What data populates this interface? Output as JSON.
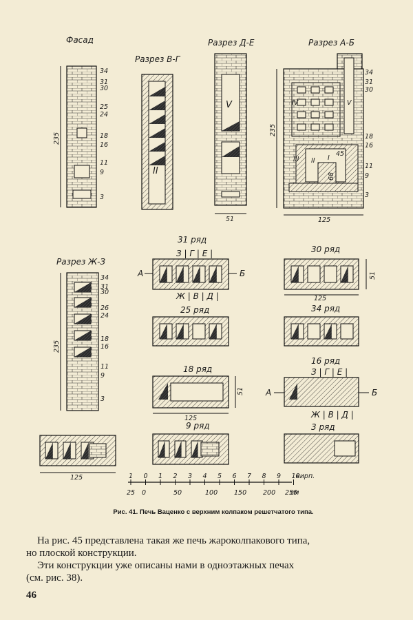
{
  "views": {
    "facade": "Фасад",
    "section_vg": "Разрез В-Г",
    "section_de": "Разрез Д-Е",
    "section_ab": "Разрез А-Б",
    "section_zhz": "Разрез Ж-З"
  },
  "levels_facade": [
    "34",
    "31",
    "30",
    "25",
    "24",
    "18",
    "16",
    "11",
    "9",
    "3"
  ],
  "levels_ab": [
    "34",
    "31",
    "30",
    "18",
    "16",
    "11",
    "9",
    "3"
  ],
  "levels_zhz": [
    "34",
    "31",
    "30",
    "26",
    "24",
    "18",
    "16",
    "11",
    "9",
    "3"
  ],
  "dims": {
    "h235": "235",
    "w51": "51",
    "w125": "125",
    "d45": "45",
    "d68": "68",
    "roman_i": "I",
    "roman_ii": "II",
    "roman_iii": "III",
    "roman_iv": "IV",
    "roman_v": "V"
  },
  "rows": {
    "r31": "31 ряд",
    "r30": "30 ряд",
    "r25": "25 ряд",
    "r34": "34 ряд",
    "r18": "18 ряд",
    "r16": "16 ряд",
    "r9": "9 ряд",
    "r3": "3 ряд"
  },
  "section_marks": {
    "a": "А",
    "b": "Б",
    "top": "З | Г | Е |",
    "bottom": "Ж | В | Д |"
  },
  "scale": {
    "bricks": [
      "1",
      "0",
      "1",
      "2",
      "3",
      "4",
      "5",
      "6",
      "7",
      "8",
      "9",
      "10"
    ],
    "bricks_unit": "кирп.",
    "cm": [
      "25",
      "0",
      "50",
      "100",
      "150",
      "200",
      "250"
    ],
    "cm_unit": "см"
  },
  "caption": "Рис. 41. Печь Ваценко с верхним колпаком решетчатого типа.",
  "paragraph1": [
    "На рис. 45 представлена такая же печь жароколпакового типа,",
    "но плоской конструкции."
  ],
  "paragraph2": [
    "Эти конструкции уже описаны нами в одноэтажных печах",
    "(см. рис. 38)."
  ],
  "page_number": "46"
}
